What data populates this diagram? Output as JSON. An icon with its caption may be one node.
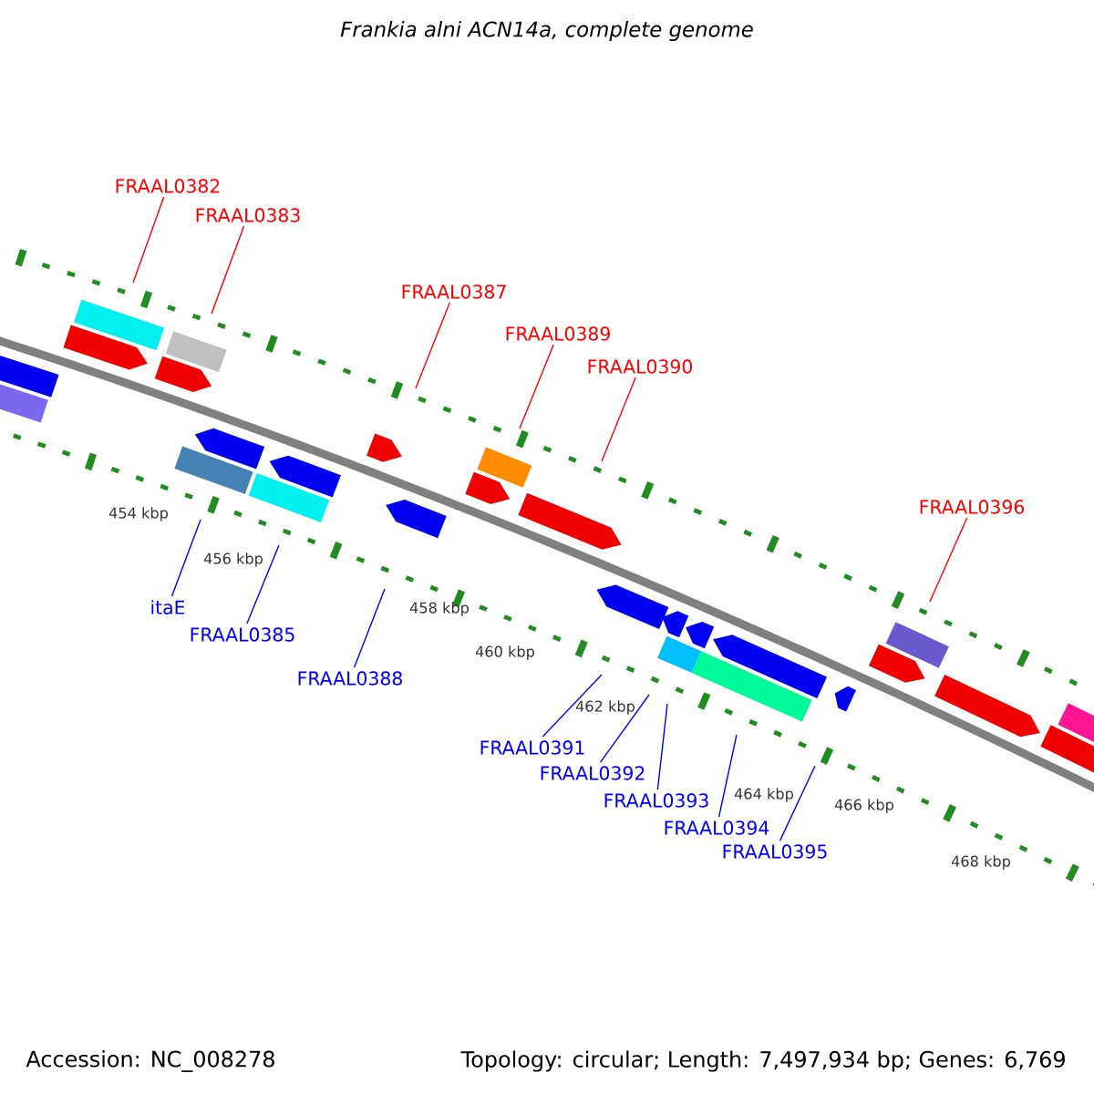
{
  "diagram": {
    "title": "Frankia alni ACN14a, complete genome",
    "nodes": [
      {
        "text": [
          "FRAAL0382"
        ]
      },
      {
        "text": [
          "FRAAL0383"
        ]
      },
      {
        "text": [
          "FRAAL0387"
        ]
      },
      {
        "text": [
          "FRAAL0389"
        ]
      },
      {
        "text": [
          "FRAAL0390"
        ]
      },
      {
        "text": [
          "FRAAL0396"
        ]
      },
      {
        "text": [
          "itaE"
        ]
      },
      {
        "text": [
          "FRAAL0385"
        ]
      },
      {
        "text": [
          "FRAAL0388"
        ]
      },
      {
        "text": [
          "FRAAL0391"
        ]
      },
      {
        "text": [
          "FRAAL0392"
        ]
      },
      {
        "text": [
          "FRAAL0393"
        ]
      },
      {
        "text": [
          "FRAAL0394"
        ]
      },
      {
        "text": [
          "FRAAL0395"
        ]
      }
    ],
    "edges": [
      {
        "from": 0,
        "to": null,
        "arrow": "none",
        "color": "#ff0000"
      },
      {
        "from": 1,
        "to": null,
        "arrow": "none",
        "color": "#ff0000"
      },
      {
        "from": 2,
        "to": null,
        "arrow": "none",
        "color": "#ff0000"
      },
      {
        "from": 3,
        "to": null,
        "arrow": "none",
        "color": "#ff0000"
      },
      {
        "from": 4,
        "to": null,
        "arrow": "none",
        "color": "#ff0000"
      },
      {
        "from": 5,
        "to": null,
        "arrow": "none",
        "color": "#ff0000"
      },
      {
        "from": 6,
        "to": null,
        "arrow": "none"
      },
      {
        "from": 7,
        "to": null,
        "arrow": "none"
      },
      {
        "from": 8,
        "to": null,
        "arrow": "none"
      },
      {
        "from": 9,
        "to": null,
        "arrow": "none"
      },
      {
        "from": 10,
        "to": null,
        "arrow": "none"
      },
      {
        "from": 11,
        "to": null,
        "arrow": "none"
      },
      {
        "from": 12,
        "to": null,
        "arrow": "none"
      },
      {
        "from": 13,
        "to": null,
        "arrow": "none"
      }
    ],
    "labels": [
      "454 kbp",
      "456 kbp",
      "458 kbp",
      "460 kbp",
      "462 kbp",
      "464 kbp",
      "466 kbp",
      "468 kbp",
      "Accession: NC_008278",
      "Topology: circular; Length: 7,497,934 bp; Genes: 6,769"
    ]
  }
}
